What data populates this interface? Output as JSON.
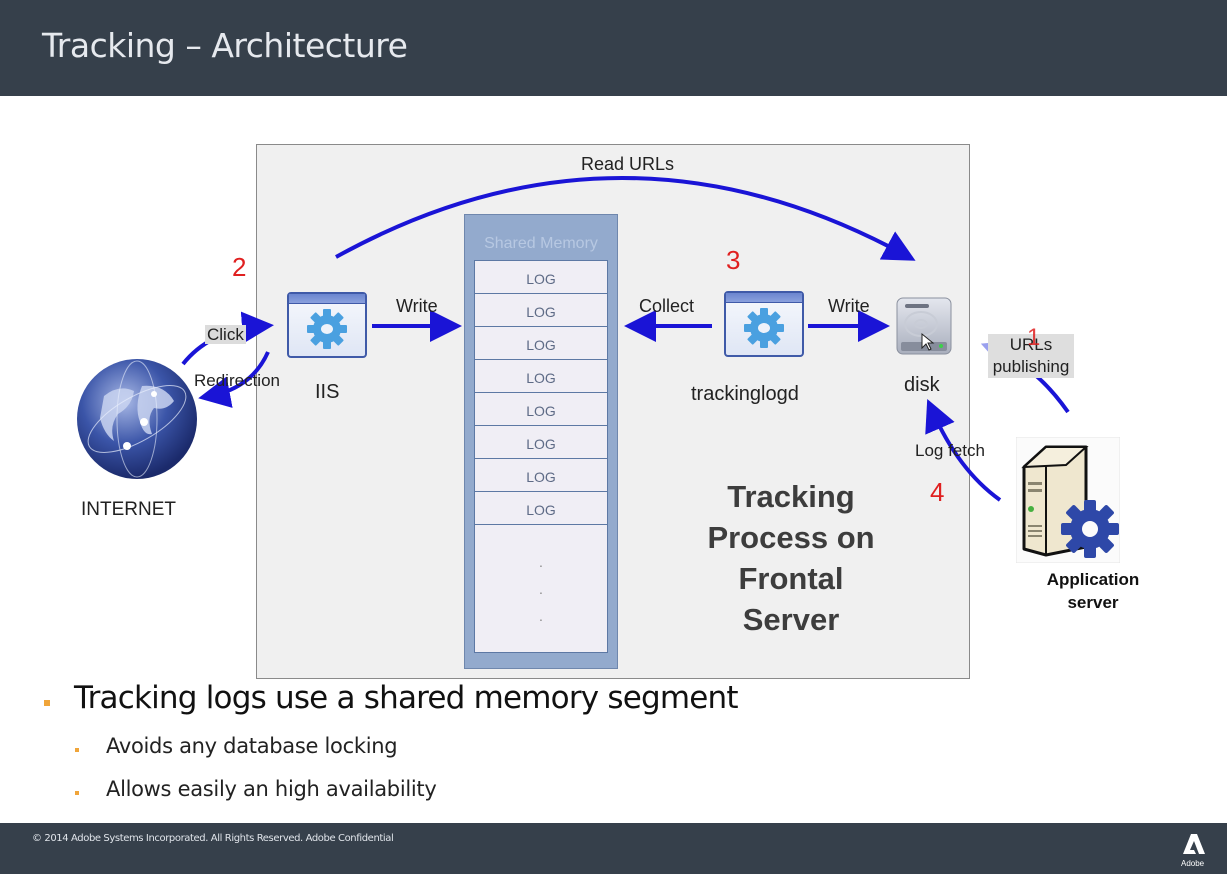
{
  "slide": {
    "title": "Tracking – Architecture",
    "footer_copyright": "© 2014 Adobe Systems Incorporated.  All Rights Reserved.  Adobe Confidential",
    "footer_logo_text": "Adobe"
  },
  "diagram": {
    "read_urls_label": "Read URLs",
    "shared_memory_label": "Shared Memory",
    "log_entries": [
      "LOG",
      "LOG",
      "LOG",
      "LOG",
      "LOG",
      "LOG",
      "LOG",
      "LOG"
    ],
    "steps": {
      "one": "1",
      "two": "2",
      "three": "3",
      "four": "4"
    },
    "internet_label": "INTERNET",
    "click_label": "Click",
    "redirection_label": "Redirection",
    "iis_label": "IIS",
    "iis_write_label": "Write",
    "collect_label": "Collect",
    "trackinglogd_label": "trackinglogd",
    "disk_write_label": "Write",
    "disk_label": "disk",
    "urls_publishing_line1": "URLs",
    "urls_publishing_line2": "publishing",
    "log_fetch_label": "Log fetch",
    "app_server_line1": "Application",
    "app_server_line2": "server",
    "center_text": [
      "Tracking",
      "Process on",
      "Frontal",
      "Server"
    ],
    "colors": {
      "arrow": "#1a14d6",
      "step_number": "#e02020",
      "shared_memory": "#93aacd"
    }
  },
  "bullets": {
    "main": "Tracking logs use a shared memory segment",
    "sub": [
      "Avoids any database locking",
      "Allows easily an high availability"
    ]
  }
}
